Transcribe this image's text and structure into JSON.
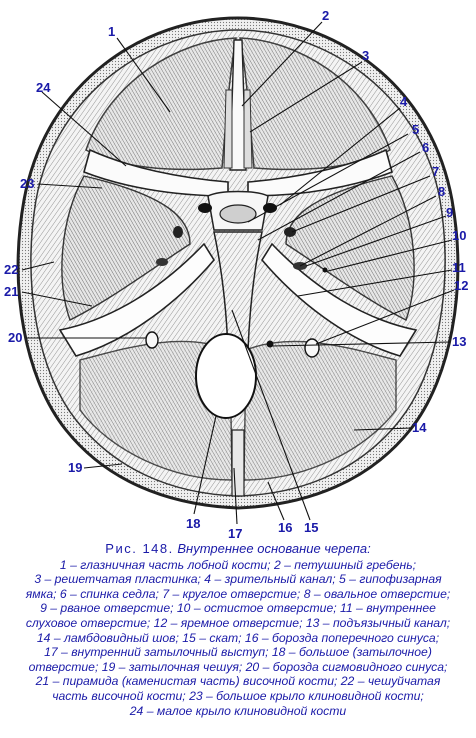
{
  "labels": [
    "1",
    "2",
    "3",
    "4",
    "5",
    "6",
    "7",
    "8",
    "9",
    "10",
    "11",
    "12",
    "13",
    "14",
    "15",
    "16",
    "17",
    "18",
    "19",
    "20",
    "21",
    "22",
    "23",
    "24"
  ],
  "caption": {
    "prefix": "Рис. 148.",
    "title": "Внутреннее основание черепа:",
    "lines": [
      "1 – глазничная часть лобной кости; 2 – петушиный гребень;",
      "3 – решетчатая пластинка; 4 – зрительный канал; 5 – гипофизарная",
      "ямка; 6 – спинка седла; 7 – круглое отверстие; 8 – овальное отверстие;",
      "9 – рваное отверстие; 10 – остистое отверстие; 11 – внутреннее",
      "слуховое отверстие; 12 – яремное отверстие; 13 – подъязычный канал;",
      "14 – ламбдовидный шов; 15 – скат; 16 – борозда поперечного синуса;",
      "17 – внутренний затылочный выступ; 18 – большое (затылочное)",
      "отверстие; 19 – затылочная чешуя; 20 – борозда сигмовидного синуса;",
      "21 – пирамида (каменистая часть) височной кости; 22 – чешуйчатая",
      "часть височной кости; 23 – большое крыло клиновидной кости;",
      "24 – малое крыло клиновидной кости"
    ]
  }
}
